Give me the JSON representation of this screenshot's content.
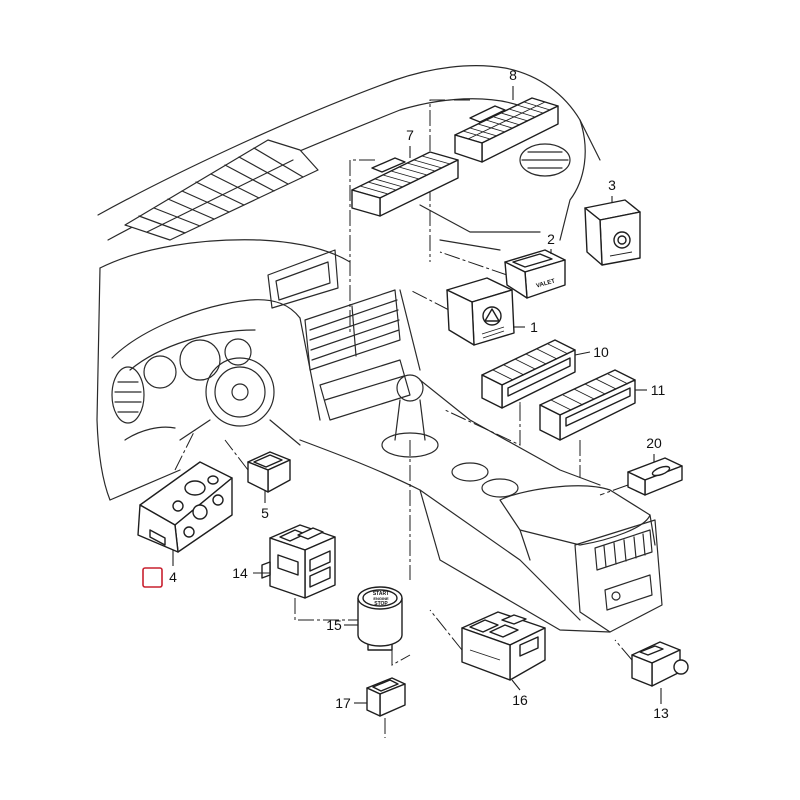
{
  "diagram": {
    "callouts": {
      "part1": "1",
      "part2": "2",
      "part3": "3",
      "part4": "4",
      "part5": "5",
      "part7": "7",
      "part8": "8",
      "part10": "10",
      "part11": "11",
      "part13": "13",
      "part14": "14",
      "part15": "15",
      "part16": "16",
      "part17": "17",
      "part20": "20"
    },
    "part_text": {
      "valet": "VALET",
      "start": "START",
      "engine": "ENGINE",
      "stop": "STOP"
    },
    "colors": {
      "line": "#222222",
      "highlight": "#c8202f",
      "background": "#ffffff"
    }
  }
}
